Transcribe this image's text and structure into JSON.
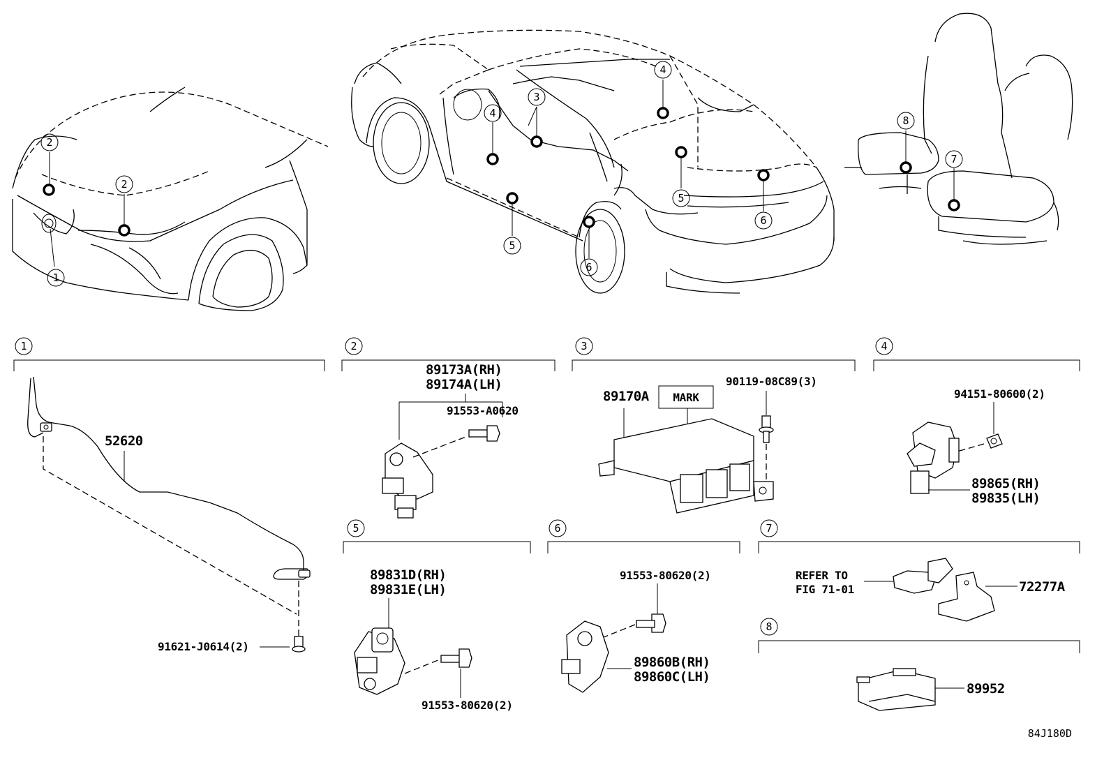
{
  "diagram_code": "84J180D",
  "section_numbers": [
    "1",
    "2",
    "3",
    "4",
    "5",
    "6",
    "7",
    "8"
  ],
  "sections": {
    "s1": {
      "number": "1",
      "parts": [
        "52620",
        "91621-J0614(2)"
      ]
    },
    "s2": {
      "number": "2",
      "parts": [
        "89173A(RH)",
        "89174A(LH)",
        "91553-A0620"
      ]
    },
    "s3": {
      "number": "3",
      "parts": [
        "89170A",
        "90119-08C89(3)"
      ],
      "mark_label": "MARK"
    },
    "s4": {
      "number": "4",
      "parts": [
        "94151-80600(2)",
        "89865(RH)",
        "89835(LH)"
      ]
    },
    "s5": {
      "number": "5",
      "parts": [
        "89831D(RH)",
        "89831E(LH)",
        "91553-80620(2)"
      ]
    },
    "s6": {
      "number": "6",
      "parts": [
        "91553-80620(2)",
        "89860B(RH)",
        "89860C(LH)"
      ]
    },
    "s7": {
      "number": "7",
      "refer_line1": "REFER TO",
      "refer_line2": "FIG 71-01",
      "parts": [
        "72277A"
      ]
    },
    "s8": {
      "number": "8",
      "parts": [
        "89952"
      ]
    }
  },
  "callouts": {
    "front": [
      "2",
      "2",
      "1"
    ],
    "vehicle": [
      "4",
      "3",
      "4",
      "5",
      "5",
      "6",
      "6"
    ],
    "seats": [
      "8",
      "7"
    ]
  },
  "icons": {
    "callout": "circled-number-icon",
    "location": "sensor-location-dot-icon"
  }
}
